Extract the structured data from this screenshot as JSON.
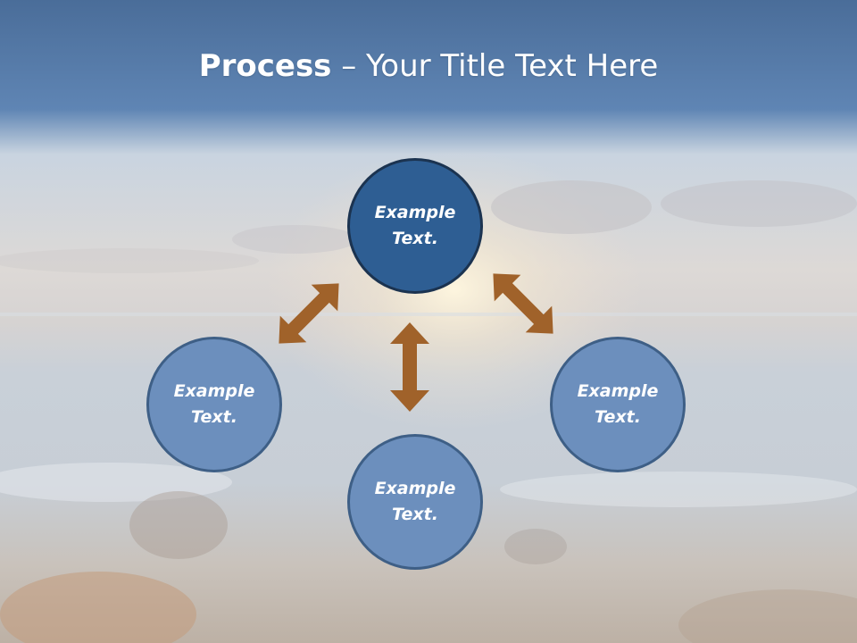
{
  "title": {
    "bold": "Process",
    "rest": " – Your Title Text Here"
  },
  "nodes": {
    "top": "Example Text.",
    "left": "Example Text.",
    "right": "Example Text.",
    "bottom": "Example Text."
  },
  "colors": {
    "header_band": "#5a80ac",
    "primary_fill": "#2e5e93",
    "secondary_fill": "#6c8fbd",
    "arrow": "#a0622a"
  }
}
